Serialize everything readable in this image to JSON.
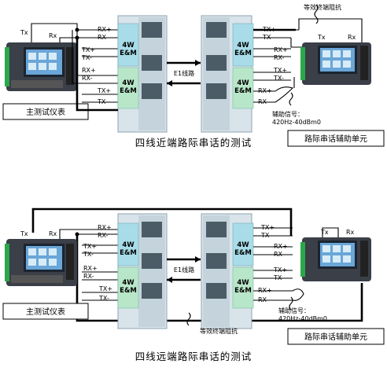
{
  "diagrams": [
    {
      "caption": "四线近端路际串话的测试",
      "main_instrument_label": "主测试仪表",
      "aux_unit_label": "路际串话辅助单元",
      "link_label": "E1线路",
      "termination_label": "等效终端阻抗",
      "aux_signal_label": "辅助信号：",
      "aux_signal_value": "420Hz-40dBm0",
      "tx": "Tx",
      "rx": "Rx",
      "left_pins_top": [
        "RX+",
        "RX-",
        "TX+",
        "TX-"
      ],
      "left_pins_bottom": [
        "RX+",
        "RX-",
        "TX+",
        "TX-"
      ],
      "right_pins_top": [
        "TX+",
        "TX-",
        "RX+",
        "RX-"
      ],
      "right_pins_bottom": [
        "TX+",
        "TX-",
        "RX+",
        "RX-"
      ],
      "module_label_line1": "4W",
      "module_label_line2": "E&M"
    },
    {
      "caption": "四线远端路际串话的测试",
      "main_instrument_label": "主测试仪表",
      "aux_unit_label": "路际串话辅助单元",
      "link_label": "E1线路",
      "termination_label": "等效终端阻抗",
      "aux_signal_label": "辅助信号：",
      "aux_signal_value": "420Hz-40dBm0",
      "tx": "Tx",
      "rx": "Rx",
      "left_pins_top": [
        "RX+",
        "RX-",
        "TX+",
        "TX-"
      ],
      "left_pins_bottom": [
        "RX+",
        "RX-",
        "TX+",
        "TX-"
      ],
      "right_pins_top": [
        "TX+",
        "TX-",
        "RX+",
        "RX-"
      ],
      "right_pins_bottom": [
        "TX+",
        "TX-",
        "RX+",
        "RX-"
      ],
      "module_label_line1": "4W",
      "module_label_line2": "E&M"
    }
  ],
  "colors": {
    "module": "#a7dce8",
    "module_bottom": "#b8e6c8",
    "cabinet": "#d9e4ea",
    "cabinet_dark": "#8fa4b0",
    "screen": "#6aa6d8",
    "instrument": "#3a3f48"
  }
}
